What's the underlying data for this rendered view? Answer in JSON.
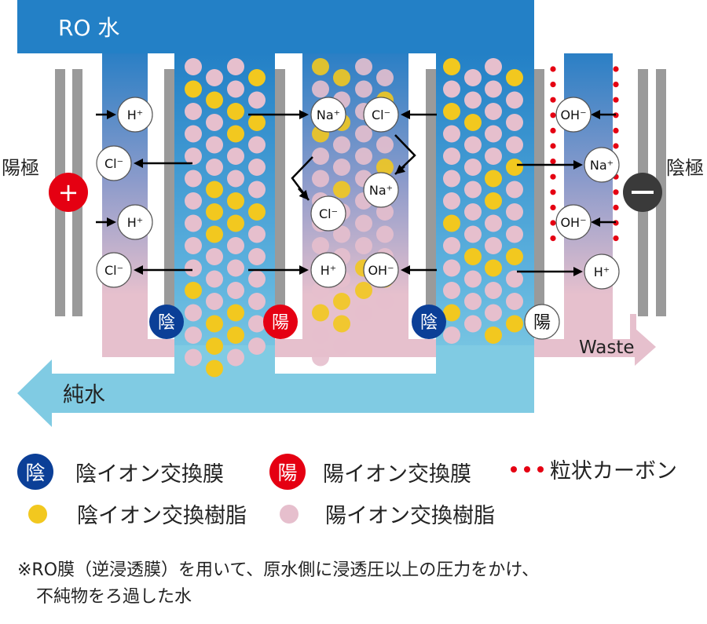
{
  "header": {
    "title": "RO 水"
  },
  "electrodes": {
    "anode": {
      "label": "陽極",
      "sign": "+"
    },
    "cathode": {
      "label": "陰極",
      "sign": "−"
    }
  },
  "flows": {
    "pure_water": "純水",
    "waste": "Waste"
  },
  "membrane_badges": [
    {
      "text": "陰",
      "type": "anion"
    },
    {
      "text": "陽",
      "type": "cation"
    },
    {
      "text": "陰",
      "type": "anion"
    },
    {
      "text": "陽",
      "type": "cation-outline"
    }
  ],
  "ions": [
    {
      "text": "H⁺"
    },
    {
      "text": "Cl⁻"
    },
    {
      "text": "H⁺"
    },
    {
      "text": "Cl⁻"
    },
    {
      "text": "Na⁺"
    },
    {
      "text": "Cl⁻"
    },
    {
      "text": "Na⁺"
    },
    {
      "text": "Cl⁻"
    },
    {
      "text": "H⁺"
    },
    {
      "text": "OH⁻"
    },
    {
      "text": "OH⁻"
    },
    {
      "text": "Na⁺"
    },
    {
      "text": "OH⁻"
    },
    {
      "text": "H⁺"
    }
  ],
  "legend": {
    "anion_membrane": {
      "badge": "陰",
      "label": "陰イオン交換膜"
    },
    "cation_membrane": {
      "badge": "陽",
      "label": "陽イオン交換膜"
    },
    "carbon": {
      "label": "粒状カーボン"
    },
    "anion_resin": {
      "label": "陰イオン交換樹脂"
    },
    "cation_resin": {
      "label": "陽イオン交換樹脂"
    }
  },
  "note": {
    "line1": "※RO膜（逆浸透膜）を用いて、原水側に浸透圧以上の圧力をかけ、",
    "line2": "不純物をろ過した水"
  },
  "colors": {
    "ro_blue": "#2380c6",
    "pure_water": "#80cbe3",
    "waste_pink": "#e6c0cd",
    "anion_badge": "#0b3f97",
    "cation_badge": "#e50012",
    "anion_resin": "#f2c81f",
    "cation_resin": "#e6bfcd",
    "carbon_dot": "#e50012",
    "electrode_gray": "#9a9a9a",
    "cathode_dark": "#3a3a3a"
  }
}
